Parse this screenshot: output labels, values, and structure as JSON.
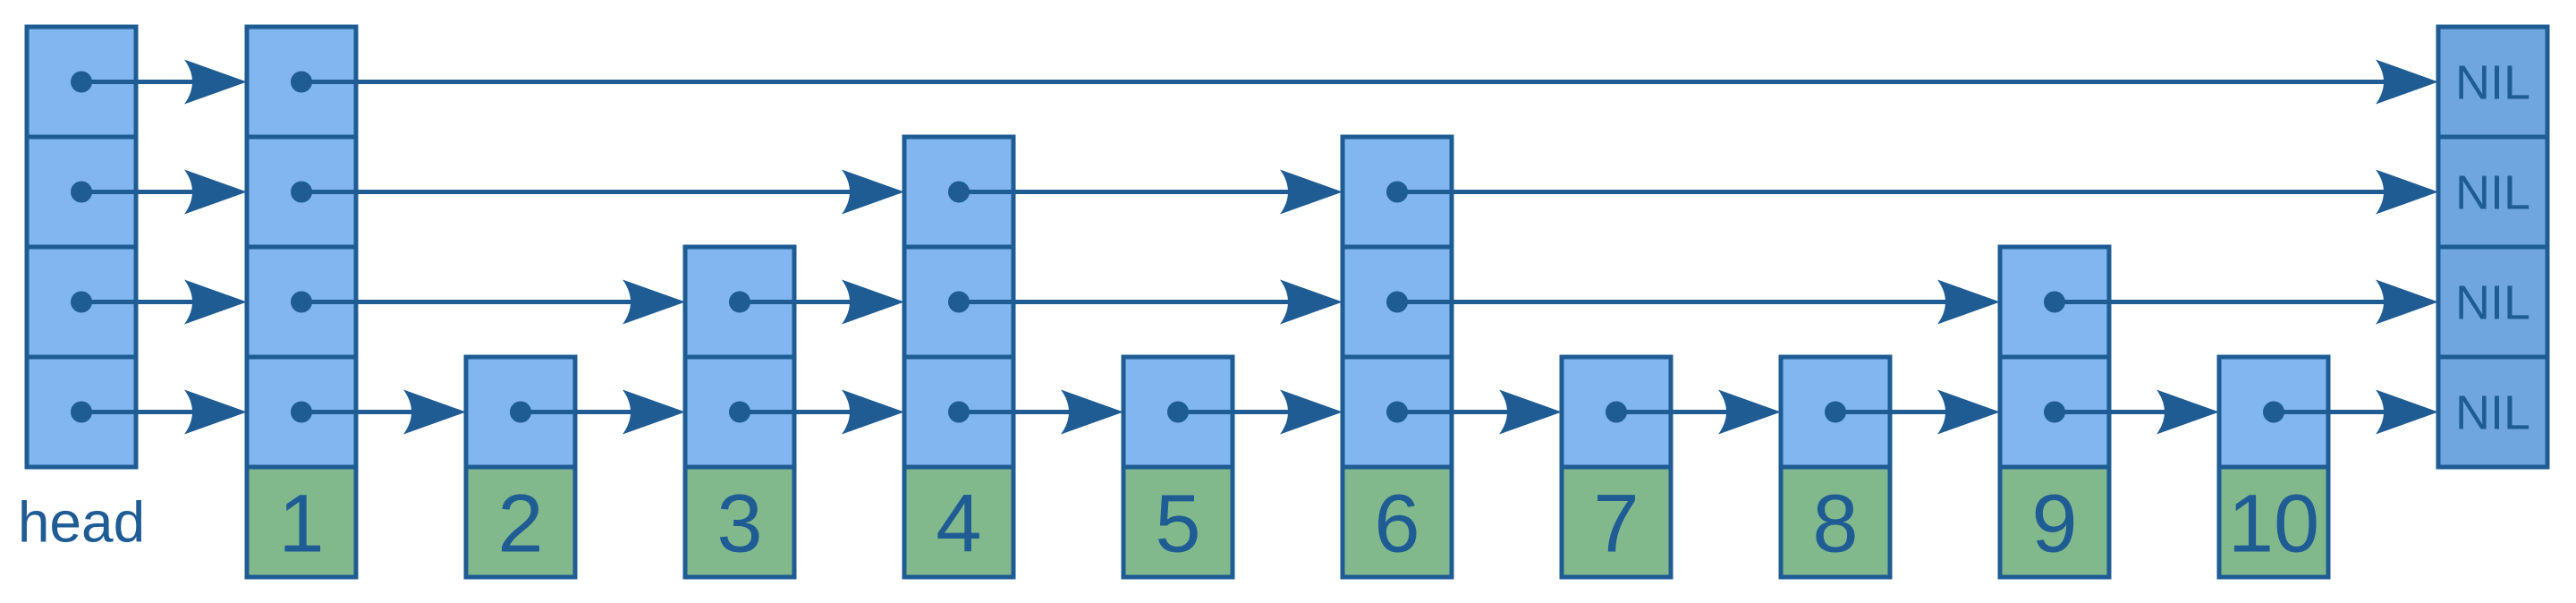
{
  "head_label": "head",
  "nil_label": "NIL",
  "levels": 4,
  "nodes": [
    {
      "key": "1",
      "height": 4
    },
    {
      "key": "2",
      "height": 1
    },
    {
      "key": "3",
      "height": 2
    },
    {
      "key": "4",
      "height": 3
    },
    {
      "key": "5",
      "height": 1
    },
    {
      "key": "6",
      "height": 3
    },
    {
      "key": "7",
      "height": 1
    },
    {
      "key": "8",
      "height": 1
    },
    {
      "key": "9",
      "height": 2
    },
    {
      "key": "10",
      "height": 1
    }
  ],
  "colors": {
    "pointer_cell": "#82b6f0",
    "nil_cell": "#6fa6e0",
    "key_cell": "#82b98c",
    "stroke": "#1f5c94"
  }
}
